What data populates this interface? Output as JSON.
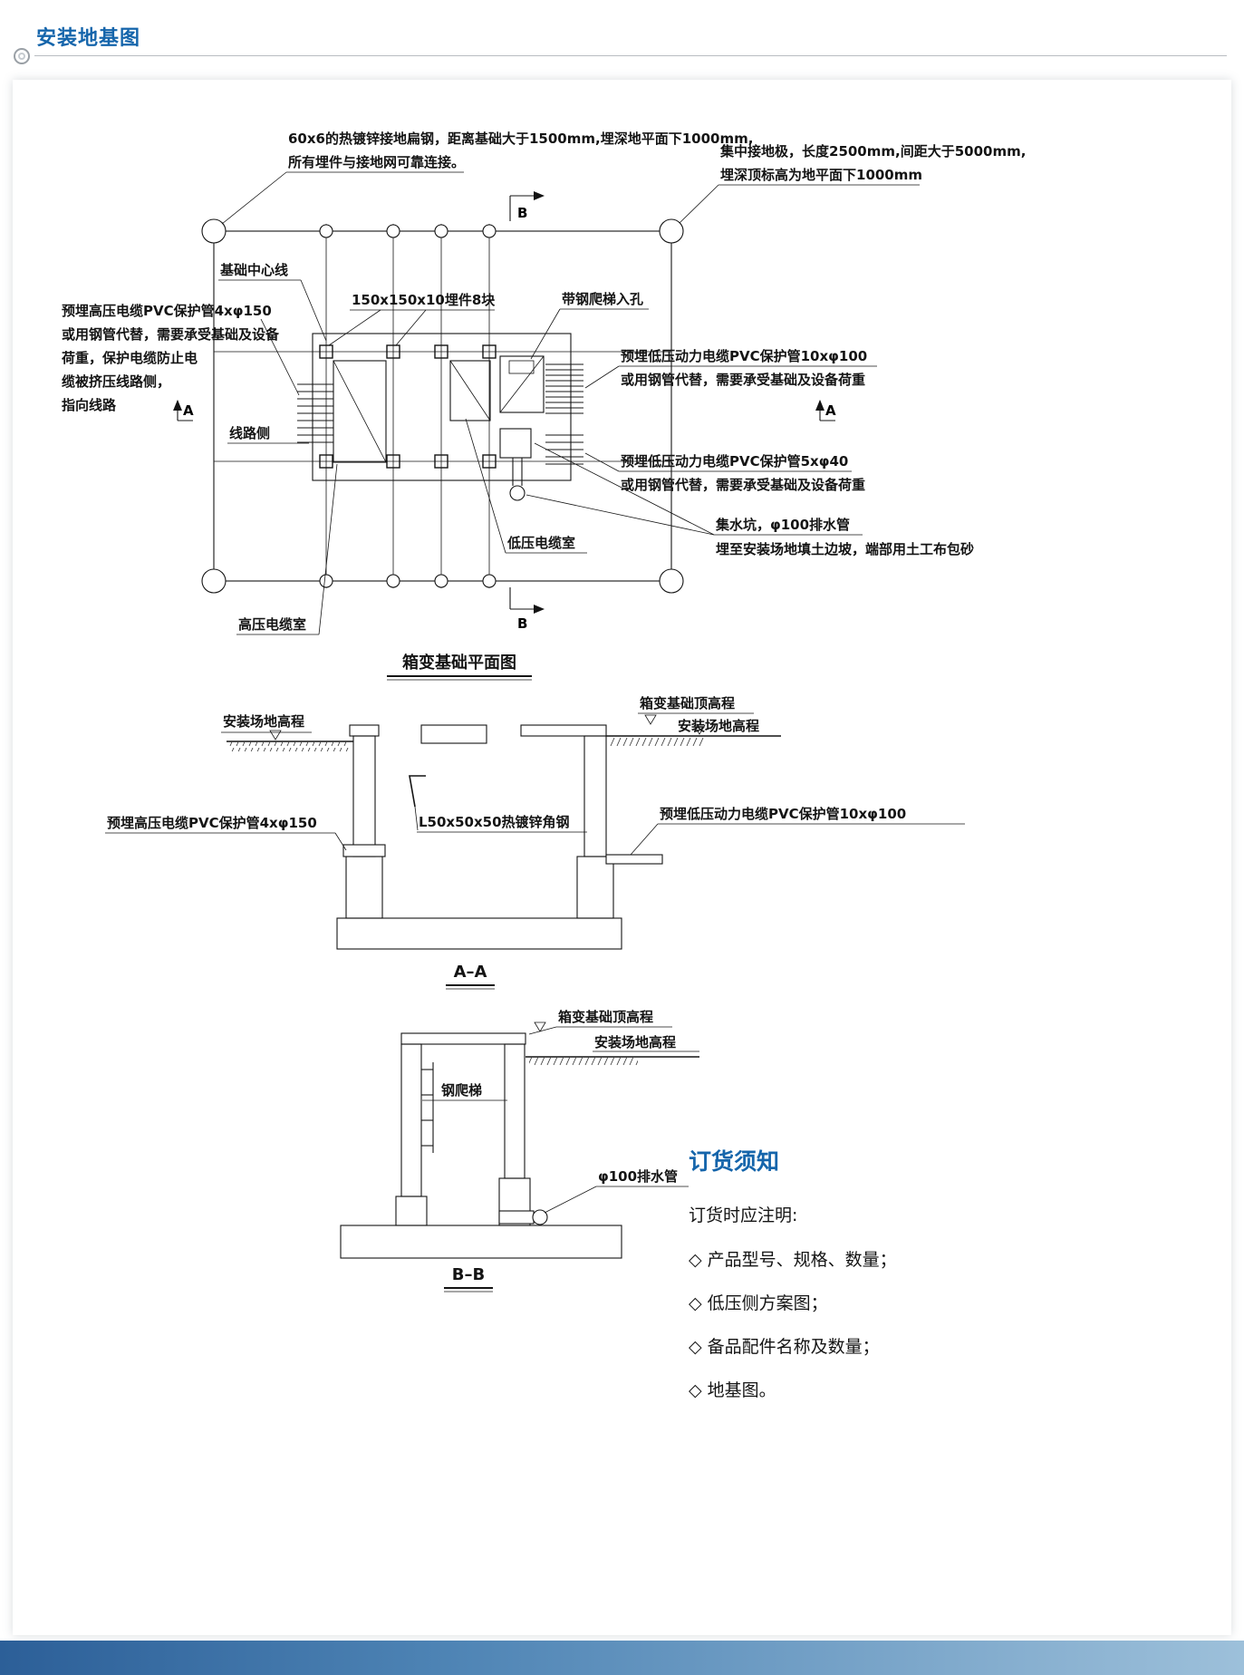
{
  "page": {
    "title": "安装地基图"
  },
  "plan": {
    "title": "箱变基础平面图",
    "note_flat_steel": [
      "60x6的热镀锌接地扁钢，距离基础大于1500mm,埋深地平面下1000mm,",
      "所有埋件与接地网可靠连接。"
    ],
    "note_electrode": [
      "集中接地极，长度2500mm,间距大于5000mm,",
      "埋深顶标高为地平面下1000mm"
    ],
    "label_centerline": "基础中心线",
    "label_plates": "150x150x10埋件8块",
    "label_manhole": "带钢爬梯入孔",
    "note_hv": [
      "预埋高压电缆PVC保护管4xφ150",
      "或用钢管代替，需要承受基础及设备",
      "荷重，保护电缆防止电",
      "缆被挤压线路侧，",
      "指向线路"
    ],
    "label_line_side": "线路侧",
    "note_lv10": [
      "预埋低压动力电缆PVC保护管10xφ100",
      "或用钢管代替，需要承受基础及设备荷重"
    ],
    "note_lv5": [
      "预埋低压动力电缆PVC保护管5xφ40",
      "或用钢管代替，需要承受基础及设备荷重"
    ],
    "note_sump": [
      "集水坑，φ100排水管",
      "埋至安装场地填土边坡，端部用土工布包砂"
    ],
    "label_lv_room": "低压电缆室",
    "label_hv_room": "高压电缆室",
    "marker_a": "A",
    "marker_b": "B"
  },
  "section_aa": {
    "title": "A–A",
    "label_site_left": "安装场地高程",
    "label_top_elev": "箱变基础顶高程",
    "label_site_right": "安装场地高程",
    "label_hv_pipe": "预埋高压电缆PVC保护管4xφ150",
    "label_angle": "L50x50x50热镀锌角钢",
    "label_lv_pipe": "预埋低压动力电缆PVC保护管10xφ100"
  },
  "section_bb": {
    "title": "B–B",
    "label_top_elev": "箱变基础顶高程",
    "label_site": "安装场地高程",
    "label_ladder": "钢爬梯",
    "label_drain": "φ100排水管"
  },
  "ordering": {
    "title": "订货须知",
    "intro": "订货时应注明:",
    "items": [
      "◇ 产品型号、规格、数量；",
      "◇ 低压侧方案图；",
      "◇ 备品配件名称及数量；",
      "◇ 地基图。"
    ]
  },
  "colors": {
    "accent_blue": "#1565ab",
    "footer_blue": "#2c5f98"
  }
}
